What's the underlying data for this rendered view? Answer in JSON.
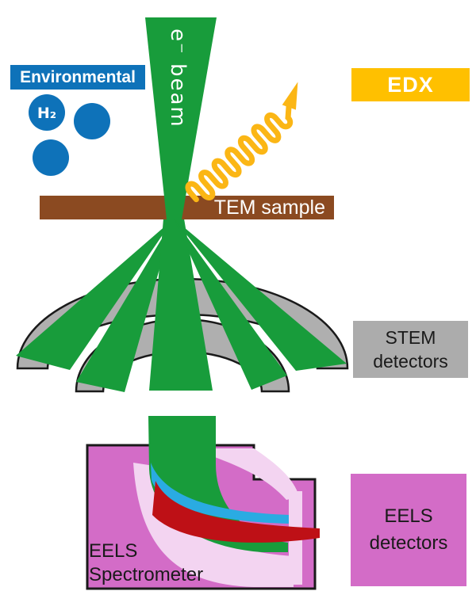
{
  "labels": {
    "environmental": "Environmental",
    "h2_molecule": "H₂",
    "e_beam": "e⁻ beam",
    "edx": "EDX",
    "tem_sample": "TEM sample",
    "stem_detectors_line1": "STEM",
    "stem_detectors_line2": "detectors",
    "eels_spectrometer_line1": "EELS",
    "eels_spectrometer_line2": "Spectrometer",
    "eels_detectors_line1": "EELS",
    "eels_detectors_line2": "detectors"
  },
  "colors": {
    "beam_green": "#189C3B",
    "environmental_blue": "#0E72B9",
    "edx_amber": "#FFC000",
    "xray_amber": "#FBB615",
    "sample_brown": "#8B4A21",
    "detector_gray": "#AFAFAF",
    "stem_box_gray": "#ACACAC",
    "eels_magenta": "#D36CC7",
    "eels_pale_pink": "#F3D4F1",
    "beam_cyan": "#2AABE2",
    "beam_red": "#BE1016",
    "outline_black": "#1A1A1A"
  }
}
